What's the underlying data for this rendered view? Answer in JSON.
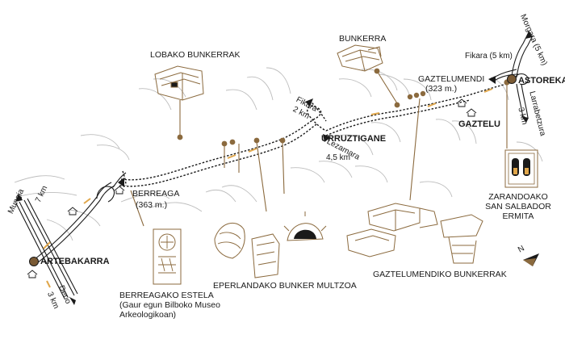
{
  "places": {
    "artebakarra": "ARTEBAKARRA",
    "astoreka": "ASTOREKA",
    "urruztigane": "URRUZTIGANE",
    "gaztelu": "GAZTELU",
    "berreaga": "BERREAGA",
    "berreaga_alt": "(363 m.)",
    "gaztelumendi": "GAZTELUMENDI",
    "gaztelumendi_alt": "(323 m.)"
  },
  "roads": {
    "mungialdea_up": "Mungia",
    "mungia_km": "7 km",
    "derio": "Derio",
    "derio_km": "3 km",
    "fikara_left": "Fikara",
    "fikara_left_km": "2 km",
    "lezamara": "Lezamara",
    "lezamara_km": "4,5 km",
    "fikara_right": "Fikara (5 km)",
    "morgara": "Morgara (5 km)",
    "larrabetzura": "Larrabetzura",
    "larrabetzura_km": "3 km"
  },
  "sites": {
    "lobako": "LOBAKO BUNKERRAK",
    "bunkerra": "BUNKERRA",
    "zarandoako_1": "ZARANDOAKO",
    "zarandoako_2": "SAN SALBADOR",
    "zarandoako_3": "ERMITA",
    "gaztelumendiko": "GAZTELUMENDIKO BUNKERRAK",
    "eperlandako": "EPERLANDAKO BUNKER MULTZOA",
    "berreagako_1": "BERREAGAKO ESTELA",
    "berreagako_2": "(Gaur egun Bilboko Museo",
    "berreagako_3": "Arkeologikoan)"
  },
  "compass": {
    "letter": "N"
  },
  "colors": {
    "ink": "#1a1a1a",
    "brown": "#8b6a3e",
    "gold": "#e0a64a",
    "contour": "#bdbdbd"
  }
}
